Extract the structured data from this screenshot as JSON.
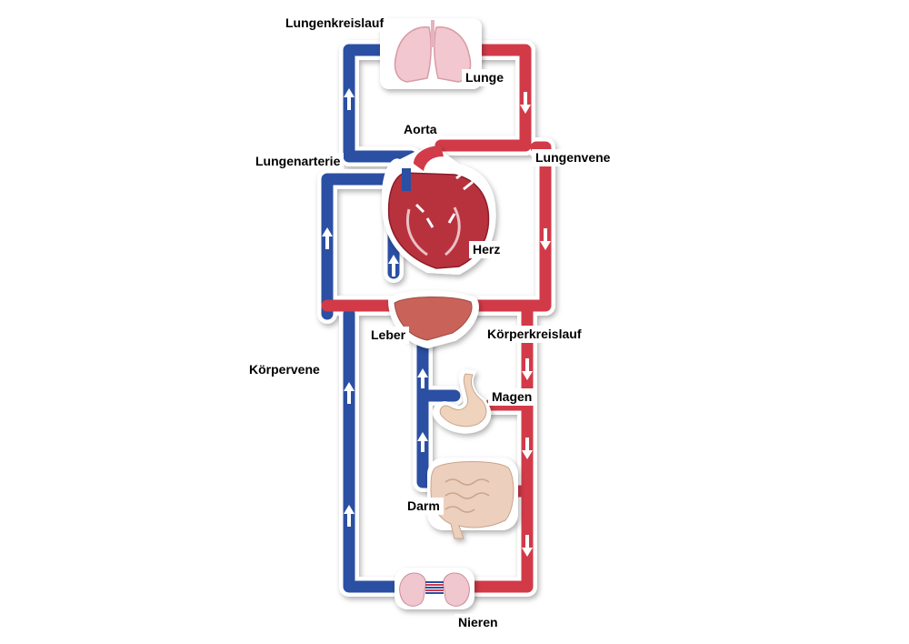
{
  "labels": {
    "lungenkreislauf": "Lungenkreislauf",
    "lunge": "Lunge",
    "aorta": "Aorta",
    "lungenarterie": "Lungenarterie",
    "lungenvene": "Lungenvene",
    "herz": "Herz",
    "leber": "Leber",
    "koerperkreislauf": "Körperkreislauf",
    "koerpervene": "Körpervene",
    "magen": "Magen",
    "darm": "Darm",
    "nieren": "Nieren"
  },
  "colors": {
    "vein": "#2b4fa3",
    "artery": "#d23a48",
    "tube_border": "#ffffff",
    "lung": "#f2c7cf",
    "liver": "#c9635a",
    "stomach": "#efd3bd",
    "intestine": "#eccfbd",
    "kidney": "#f0c6cf",
    "heart": "#b8303e"
  }
}
